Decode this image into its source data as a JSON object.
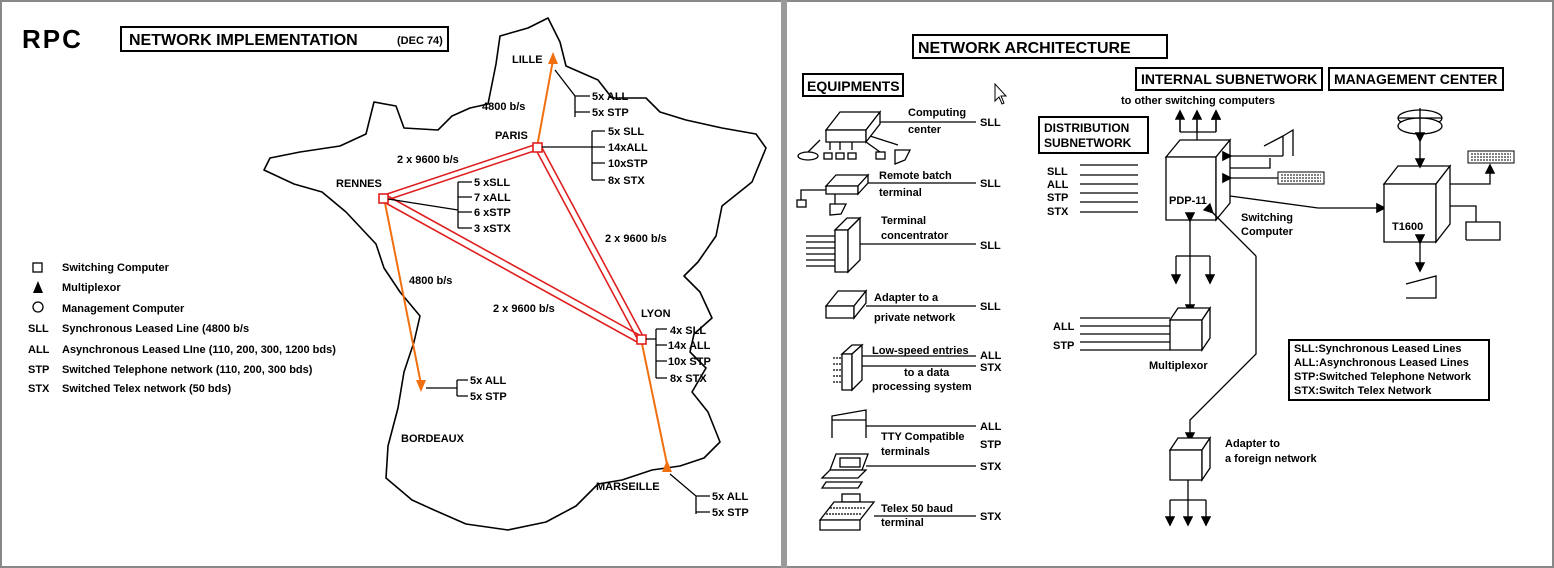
{
  "left": {
    "rpc": "RPC",
    "title": "NETWORK IMPLEMENTATION",
    "date": "(DEC 74)",
    "cities": {
      "lille": "LILLE",
      "paris": "PARIS",
      "rennes": "RENNES",
      "lyon": "LYON",
      "bordeaux": "BORDEAUX",
      "marseille": "MARSEILLE"
    },
    "links": {
      "lille_paris": "4800 b/s",
      "rennes_paris": "2 x 9600 b/s",
      "paris_lyon": "2 x 9600 b/s",
      "rennes_lyon": "2 x 9600 b/s",
      "rennes_bordeaux": "4800 b/s"
    },
    "lille_lines": [
      "5x ALL",
      "5x STP"
    ],
    "paris_lines": [
      "5x SLL",
      "14xALL",
      "10xSTP",
      "8x STX"
    ],
    "rennes_lines": [
      "5 xSLL",
      "7 xALL",
      "6 xSTP",
      "3 xSTX"
    ],
    "lyon_lines": [
      "4x SLL",
      "14x ALL",
      "10x STP",
      "8x STX"
    ],
    "bordeaux_lines": [
      "5x ALL",
      "5x STP"
    ],
    "marseille_lines": [
      "5x ALL",
      "5x STP"
    ],
    "legend": [
      {
        "sym": "",
        "text": "Switching  Computer"
      },
      {
        "sym": "",
        "text": "Multiplexor"
      },
      {
        "sym": "",
        "text": "Management  Computer"
      },
      {
        "sym": "SLL",
        "text": "Synchronous Leased Line (4800 b/s"
      },
      {
        "sym": "ALL",
        "text": "Asynchronous Leased LIne (110, 200, 300, 1200 bds)"
      },
      {
        "sym": "STP",
        "text": "Switched  Telephone  network  (110, 200, 300 bds)"
      },
      {
        "sym": "STX",
        "text": "Switched Telex  network  (50 bds)"
      }
    ]
  },
  "right": {
    "title": "NETWORK  ARCHITECTURE",
    "equipments": "EQUIPMENTS",
    "internal": "INTERNAL SUBNETWORK",
    "management": "MANAGEMENT CENTER",
    "distribution": [
      "DISTRIBUTION",
      "SUBNETWORK"
    ],
    "to_other": "to other switching computers",
    "eq_items": {
      "computing": [
        "Computing",
        "center"
      ],
      "remote": [
        "Remote batch",
        "terminal"
      ],
      "concentrator": [
        "Terminal",
        "concentrator"
      ],
      "adapter": [
        "Adapter to a",
        "private network"
      ],
      "lowspeed": [
        "Low-speed entries",
        "to a data",
        "processing system"
      ],
      "tty": [
        "TTY Compatible",
        "terminals"
      ],
      "telex": [
        "Telex 50 baud",
        "terminal"
      ]
    },
    "eq_lines": {
      "computing": "SLL",
      "remote": "SLL",
      "concentrator": "SLL",
      "adapter": "SLL",
      "lowspeed": [
        "ALL",
        "STX"
      ],
      "tty": [
        "ALL",
        "STP",
        "STX"
      ],
      "telex": "STX"
    },
    "dist_lines": [
      "SLL",
      "ALL",
      "STP",
      "STX"
    ],
    "pdp": "PDP-11",
    "switching": [
      "Switching",
      "Computer"
    ],
    "t1600": "T1600",
    "mux_lines": [
      "ALL",
      "STP"
    ],
    "multiplexor": "Multiplexor",
    "adapter_foreign": [
      "Adapter  to",
      "a foreign network"
    ],
    "legend": [
      "SLL:Synchronous Leased Lines",
      "ALL:Asynchronous Leased Lines",
      "STP:Switched Telephone Network",
      "STX:Switch Telex Network"
    ]
  },
  "colors": {
    "accent_orange": "#f07010",
    "accent_red": "#e02020"
  }
}
